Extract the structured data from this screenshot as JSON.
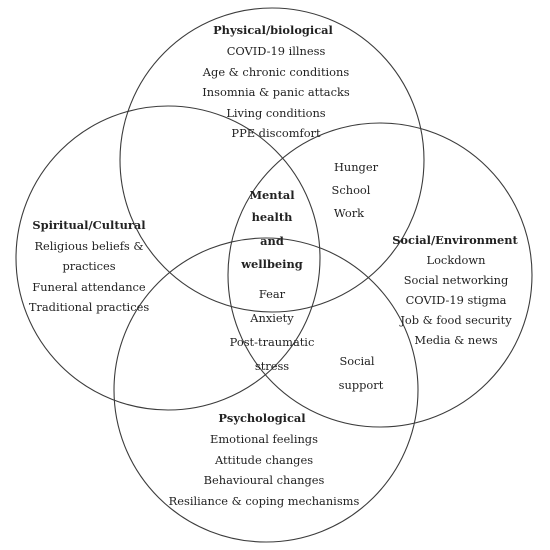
{
  "physical": {
    "heading": "Physical/biological",
    "items": [
      "COVID-19 illness",
      "Age & chronic conditions",
      "Insomnia & panic attacks",
      "Living conditions",
      "PPE discomfort"
    ]
  },
  "overlap_physical_social": [
    "Hunger",
    "School",
    "Work"
  ],
  "center": [
    "Mental",
    "health",
    "and",
    "wellbeing"
  ],
  "spiritual": {
    "heading": "Spiritual/Cultural",
    "items": [
      "Religious beliefs &",
      "practices",
      "Funeral attendance",
      "Traditional practices"
    ]
  },
  "social": {
    "heading": "Social/Environment",
    "items": [
      "Lockdown",
      "Social networking",
      "COVID-19 stigma",
      "Job & food security",
      "Media & news"
    ]
  },
  "overlap_psych_center": [
    "Fear",
    "Anxiety",
    "Post-traumatic",
    "stress"
  ],
  "overlap_psych_social": [
    "Social",
    "support"
  ],
  "psychological": {
    "heading": "Psychological",
    "items": [
      "Emotional feelings",
      "Attitude changes",
      "Behavioural changes",
      "Resiliance & coping mechanisms"
    ]
  }
}
